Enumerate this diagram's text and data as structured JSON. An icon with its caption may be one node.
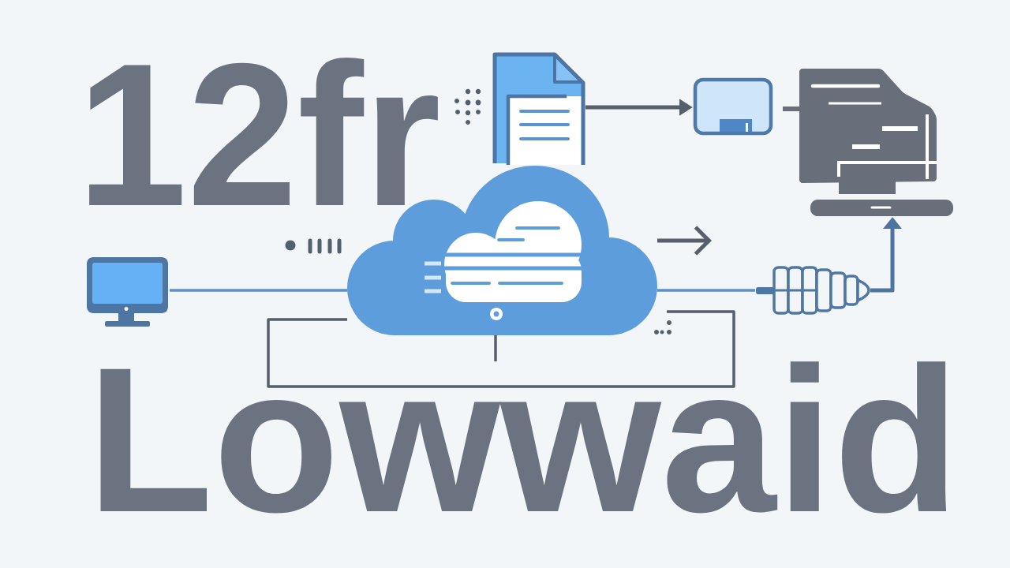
{
  "diagram": {
    "nodes": [
      {
        "text": [],
        "shape": "document"
      },
      {
        "text": [],
        "shape": "screen"
      },
      {
        "text": [],
        "shape": "computer"
      },
      {
        "text": [],
        "shape": "monitor"
      },
      {
        "text": [],
        "shape": "cloud"
      },
      {
        "text": [],
        "shape": "plug"
      },
      {
        "text": [
          "Lowwaid"
        ]
      }
    ],
    "edges": [
      {
        "from": 0,
        "to": 1,
        "arrow": "to"
      },
      {
        "from": 3,
        "to": 4,
        "arrow": "none",
        "color": "#5b8fcf"
      },
      {
        "from": 4,
        "to": null,
        "arrow": "to"
      },
      {
        "from": 4,
        "to": 5,
        "arrow": "none",
        "color": "#5b8fcf"
      },
      {
        "from": 5,
        "to": 2,
        "arrow": "to",
        "color": "#4e74a0"
      },
      {
        "from": 4,
        "to": null,
        "arrow": "none"
      },
      {
        "from": 4,
        "to": 6,
        "arrow": "none"
      }
    ],
    "labels": [
      "12fr"
    ]
  }
}
